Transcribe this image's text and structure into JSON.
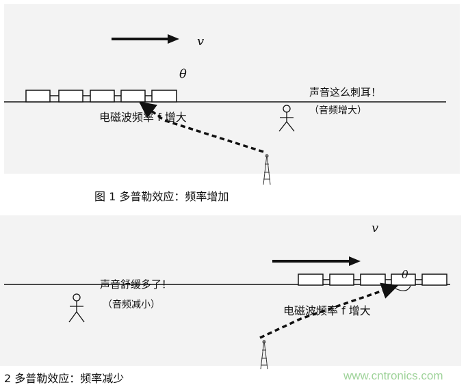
{
  "figure1": {
    "velocity": "v",
    "angle": "θ",
    "sound_text": "声音这么刺耳！",
    "sound_note": "（音频增大）",
    "wave_text": "电磁波频率 f 增大",
    "caption": "图 1 多普勒效应：频率增加"
  },
  "figure2": {
    "velocity": "v",
    "angle": "θ",
    "sound_text": "声音舒缓多了！",
    "sound_note": "（音频减小）",
    "wave_text": "电磁波频率 f 增大",
    "caption": "2 多普勒效应：频率减少"
  },
  "watermark": "www.cntronics.com",
  "colors": {
    "panel_bg": "#f3f3f3",
    "line": "#111111",
    "watermark": "#9fd39a"
  },
  "icons": [
    "person-icon",
    "antenna-tower-icon",
    "arrow-right-icon"
  ]
}
